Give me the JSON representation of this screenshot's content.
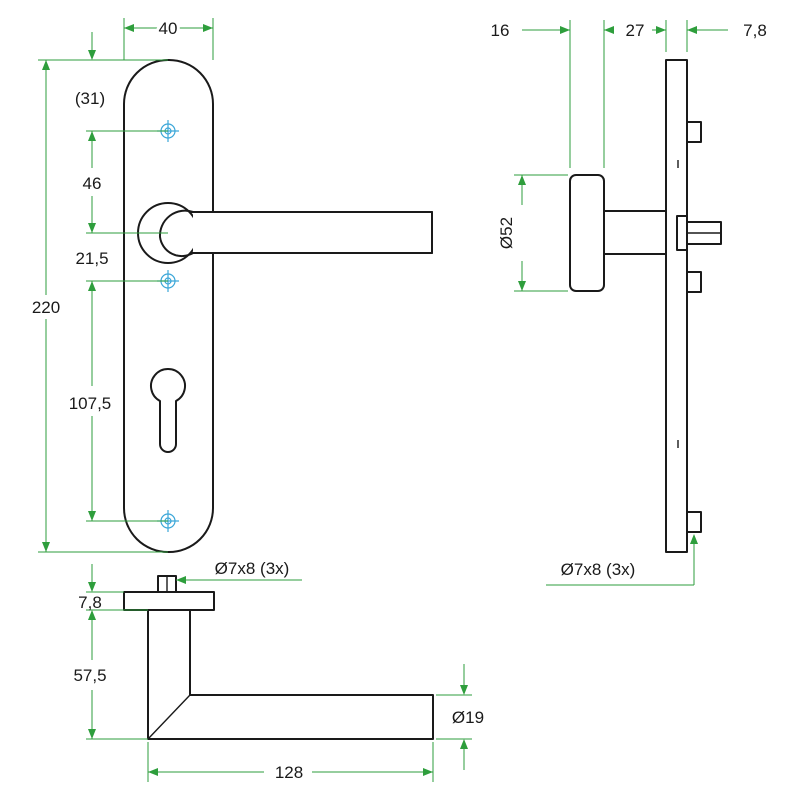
{
  "front_view": {
    "labels": {
      "plate_width": "40",
      "top_to_hole": "(31)",
      "hole_to_lever": "46",
      "lever_to_hole": "21,5",
      "total_height": "220",
      "hole_to_hole": "107,5"
    }
  },
  "side_view": {
    "labels": {
      "rose_depth": "16",
      "neck_length": "27",
      "plate_thickness": "7,8",
      "rose_diameter": "Ø52",
      "screw_spec": "Ø7x8 (3x)"
    }
  },
  "top_view": {
    "labels": {
      "screw_spec": "Ø7x8 (3x)",
      "rose_thickness": "7,8",
      "neck_height": "57,5",
      "lever_diameter": "Ø19",
      "lever_length": "128"
    }
  },
  "icons": [
    "screw-hole-icon",
    "cylinder-keyhole-icon"
  ],
  "colors": {
    "outline": "#1a1a1a",
    "dimension": "#2e9e3c",
    "screw_hole": "#3aa6d8"
  }
}
